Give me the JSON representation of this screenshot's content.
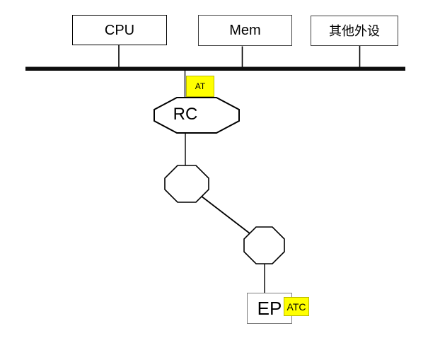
{
  "diagram": {
    "nodes": {
      "cpu": {
        "label": "CPU"
      },
      "mem": {
        "label": "Mem"
      },
      "peripherals": {
        "label": "其他外设"
      },
      "rc": {
        "label": "RC"
      },
      "ep": {
        "label": "EP"
      }
    },
    "tags": {
      "at": {
        "label": "AT"
      },
      "atc": {
        "label": "ATC"
      }
    },
    "colors": {
      "highlight": "#ffff00",
      "line": "#000000",
      "bus": "#0d0d0d",
      "gray_border": "#3f3f3f",
      "ep_border": "#7f7f7f"
    }
  }
}
